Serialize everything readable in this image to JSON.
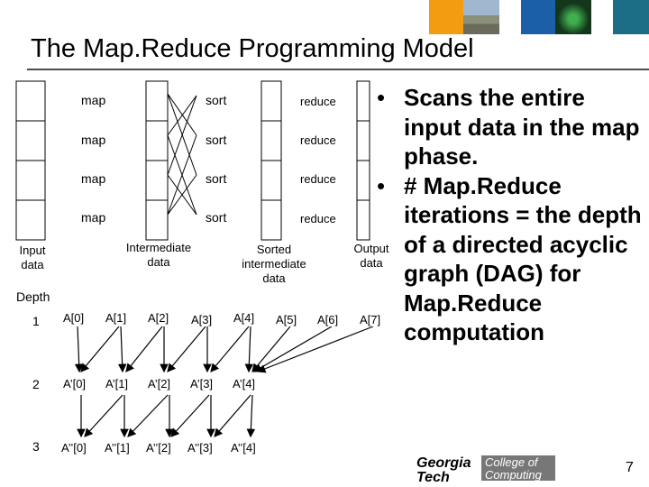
{
  "slide": {
    "title": "The Map.Reduce Programming Model",
    "page_number": "7",
    "colors": {
      "title_rule": "#4d4d4d",
      "thumb_orange": "#f39c12",
      "thumb_blue": "#1a5fa8",
      "thumb_teal": "#1b6e86",
      "thumb_green": "#1a3a1a"
    },
    "thumbnails": [
      "orange-swatch",
      "campus-photo",
      "blue-swatch",
      "green-visual",
      "teal-swatch"
    ]
  },
  "pipeline": {
    "rows": [
      {
        "map": "map",
        "sort": "sort",
        "reduce": "reduce"
      },
      {
        "map": "map",
        "sort": "sort",
        "reduce": "reduce"
      },
      {
        "map": "map",
        "sort": "sort",
        "reduce": "reduce"
      },
      {
        "map": "map",
        "sort": "sort",
        "reduce": "reduce"
      }
    ],
    "input_label": [
      "Input",
      "data"
    ],
    "intermediate_label": [
      "Intermediate",
      "data"
    ],
    "sorted_label": [
      "Sorted",
      "intermediate",
      "data"
    ],
    "output_label": [
      "Output",
      "data"
    ]
  },
  "dag": {
    "depth_label": "Depth",
    "levels": [
      {
        "depth": "1",
        "nodes": [
          "A[0]",
          "A[1]",
          "A[2]",
          "A[3]",
          "A[4]",
          "A[5]",
          "A[6]",
          "A[7]"
        ]
      },
      {
        "depth": "2",
        "nodes": [
          "A’[0]",
          "A’[1]",
          "A’[2]",
          "A’[3]",
          "A’[4]"
        ]
      },
      {
        "depth": "3",
        "nodes": [
          "A’’[0]",
          "A’’[1]",
          "A’’[2]",
          "A’’[3]",
          "A’’[4]"
        ]
      }
    ]
  },
  "bullets": [
    "Scans the entire input data in the map phase.",
    "# Map.Reduce iterations = the depth of a directed acyclic graph (DAG) for Map.Reduce computation"
  ],
  "logo": {
    "left": "Georgia Tech",
    "right_line1": "College of",
    "right_line2": "Computing"
  }
}
